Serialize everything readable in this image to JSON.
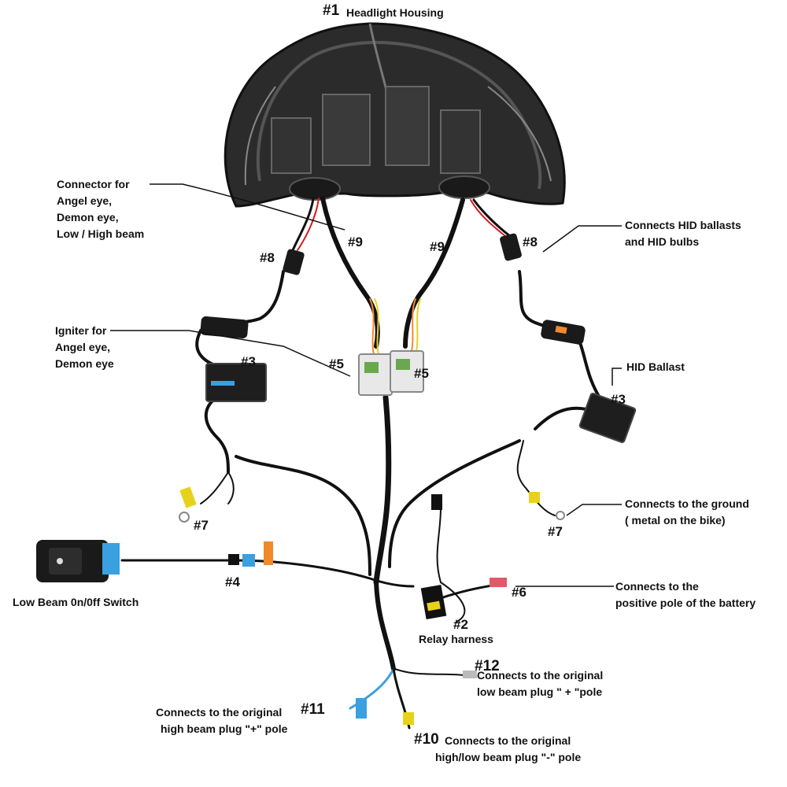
{
  "title": {
    "num": "#1",
    "text": "Headlight Housing"
  },
  "labels": {
    "connector": [
      "Connector for",
      "Angel eye,",
      "Demon eye,",
      "Low  / High beam"
    ],
    "hid_ballasts": [
      "Connects HID ballasts",
      "and HID bulbs"
    ],
    "igniter": [
      "Igniter for",
      "Angel eye,",
      "Demon eye"
    ],
    "hid_ballast": "HID Ballast",
    "ground": [
      "Connects to the ground",
      "( metal on the bike)"
    ],
    "switch": "Low Beam 0n/0ff Switch",
    "battery": [
      "Connects to the",
      "positive pole of the battery"
    ],
    "relay": "Relay harness",
    "low_beam_plus": [
      "Connects to the original",
      "low beam plug \" + \"pole"
    ],
    "high_beam_plus": [
      "Connects to the original",
      "high beam plug \"+\" pole"
    ],
    "minus_pole": [
      "Connects to the original",
      "high/low beam plug \"-\" pole"
    ]
  },
  "numbers": {
    "n9_left": "#9",
    "n9_right": "#9",
    "n8_left": "#8",
    "n8_right": "#8",
    "n3_left": "#3",
    "n3_right": "#3",
    "n5_left": "#5",
    "n5_right": "#5",
    "n7_left": "#7",
    "n7_right": "#7",
    "n4": "#4",
    "n6": "#6",
    "n2": "#2",
    "n12": "#12",
    "n11": "#11",
    "n10": "#10"
  },
  "colors": {
    "housing": "#2a2a2a",
    "wire": "#111111",
    "red_wire": "#d21a1a",
    "blue_tip": "#3aa0e0",
    "orange": "#f08a2a",
    "yellow": "#e8d11a"
  }
}
